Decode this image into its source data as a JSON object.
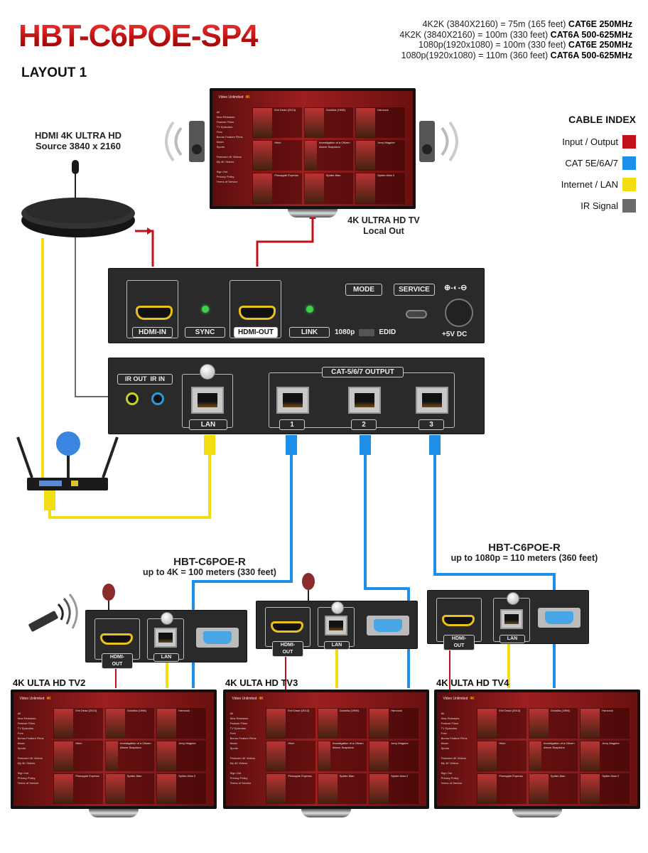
{
  "header": {
    "title": "HBT-C6POE-SP4",
    "layout": "LAYOUT 1"
  },
  "specs": [
    {
      "text": "4K2K (3840X2160) = 75m (165 feet) ",
      "bold": "CAT6E 250MHz"
    },
    {
      "text": "4K2K (3840X2160) = 100m (330 feet) ",
      "bold": "CAT6A 500-625MHz"
    },
    {
      "text": "1080p(1920x1080) = 100m (330 feet) ",
      "bold": "CAT6E 250MHz"
    },
    {
      "text": "1080p(1920x1080) = 110m (360 feet) ",
      "bold": "CAT6A 500-625MHz"
    }
  ],
  "legend": {
    "title": "CABLE INDEX",
    "items": [
      {
        "label": "Input / Output",
        "color": "#c1121c"
      },
      {
        "label": "CAT 5E/6A/7",
        "color": "#1e8fe8"
      },
      {
        "label": "Internet / LAN",
        "color": "#f2dc12"
      },
      {
        "label": "IR Signal",
        "color": "#6b6b6b"
      }
    ]
  },
  "source": {
    "line1": "HDMI 4K ULTRA HD",
    "line2": "Source 3840 x 2160"
  },
  "main_tv": {
    "line1": "4K ULTRA HD TV",
    "line2": "Local Out"
  },
  "transmitter_front": {
    "hdmi_in": "HDMI-IN",
    "sync": "SYNC",
    "hdmi_out": "HDMI-OUT",
    "link": "LINK",
    "switch_left": "1080p",
    "switch_right": "EDID",
    "mode": "MODE",
    "service": "SERVICE",
    "power_symbol": "⊕-◐-⊖",
    "power": "+5V DC"
  },
  "transmitter_back": {
    "ir_out": "IR OUT",
    "ir_in": "IR IN",
    "lan": "LAN",
    "output_group": "CAT-5/6/7 OUTPUT",
    "ports": [
      "1",
      "2",
      "3"
    ]
  },
  "receivers": [
    {
      "name": "HBT-C6POE-R",
      "spec": "up to 4K = 100 meters (330 feet)",
      "hdmi": "HDMI-OUT",
      "lan": "LAN"
    },
    {
      "name": "",
      "spec": "",
      "hdmi": "HDMI-OUT",
      "lan": "LAN"
    },
    {
      "name": "HBT-C6POE-R",
      "spec": "up to 1080p = 110 meters (360 feet)",
      "hdmi": "HDMI-OUT",
      "lan": "LAN"
    }
  ],
  "tvs": [
    {
      "label": "4K ULTA HD TV2"
    },
    {
      "label": "4K ULTA HD TV3"
    },
    {
      "label": "4K ULTA HD TV4"
    }
  ],
  "tv_screen": {
    "brand": "Video Unlimited",
    "brand_badge": "4K",
    "menu": [
      "All",
      "New Releases",
      "Feature Films",
      "TV Episodes",
      "Free",
      "Bonus Feature Films",
      "Music",
      "Sports",
      "",
      "Featured 4K Videos",
      "My 4K Videos",
      "",
      "Sign Out",
      "Privacy Policy",
      "Terms of Service"
    ],
    "titles": [
      "Evil Dead (2013)",
      "Godzilla (1998)",
      "Hancock",
      "Hitch",
      "Investigation of a Citizen Above Suspicion",
      "Jerry Maguire",
      "Pineapple Express",
      "Spider-Man",
      "Spider-Man 2"
    ]
  }
}
